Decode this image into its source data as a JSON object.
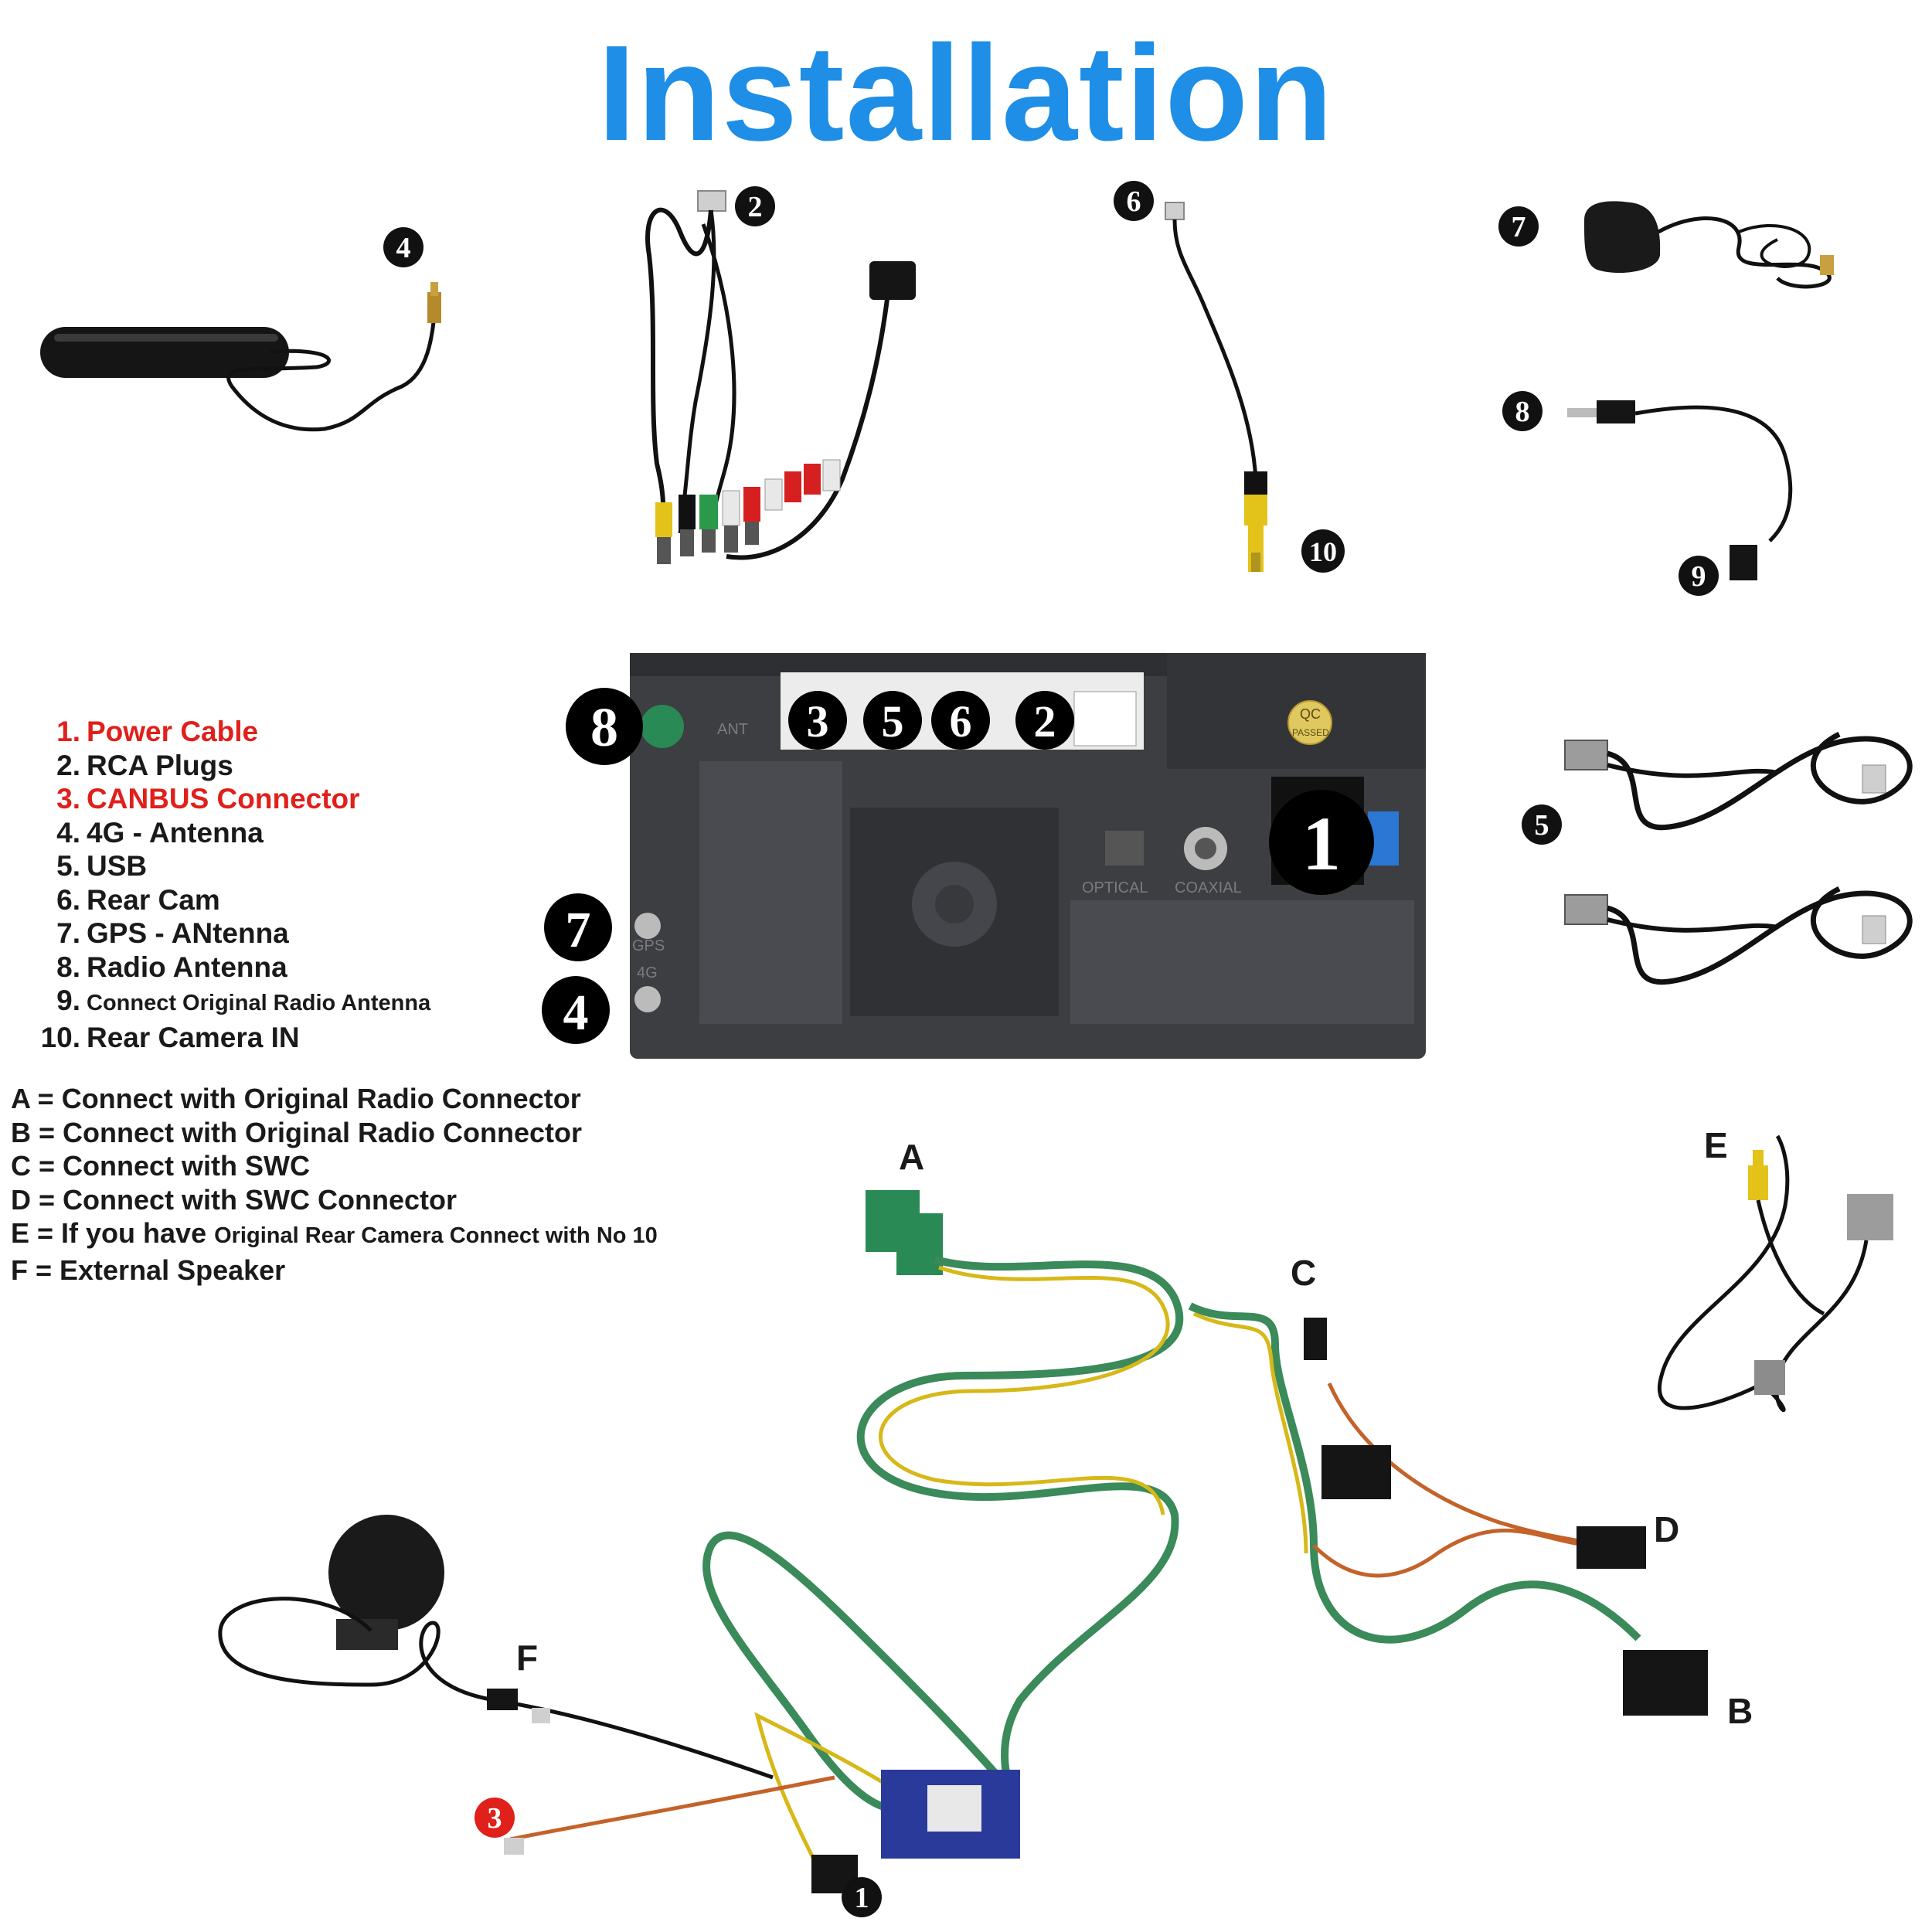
{
  "title": "Installation",
  "legend": [
    {
      "num": "1.",
      "text": "Power Cable",
      "color": "#e0201a"
    },
    {
      "num": "2.",
      "text": "RCA Plugs",
      "color": "#1a1a1a"
    },
    {
      "num": "3.",
      "text": "CANBUS Connector",
      "color": "#e0201a"
    },
    {
      "num": "4.",
      "text": "4G - Antenna",
      "color": "#1a1a1a"
    },
    {
      "num": "5.",
      "text": "USB",
      "color": "#1a1a1a"
    },
    {
      "num": "6.",
      "text": "Rear Cam",
      "color": "#1a1a1a"
    },
    {
      "num": "7.",
      "text": "GPS - ANtenna",
      "color": "#1a1a1a"
    },
    {
      "num": "8.",
      "text": "Radio Antenna",
      "color": "#1a1a1a"
    },
    {
      "num": "9.",
      "text": "Connect Original Radio Antenna",
      "color": "#1a1a1a"
    },
    {
      "num": "10.",
      "text": "Rear Camera IN",
      "color": "#1a1a1a"
    }
  ],
  "connections": [
    {
      "prefix": "A = Connect with Original Radio Connector",
      "suffix": ""
    },
    {
      "prefix": "B = Connect with Original Radio Connector",
      "suffix": ""
    },
    {
      "prefix": "C = Connect with SWC",
      "suffix": ""
    },
    {
      "prefix": "D = Connect with SWC Connector",
      "suffix": ""
    },
    {
      "prefix": "E = If you have ",
      "suffix": "Original Rear Camera Connect with No 10"
    },
    {
      "prefix": "F = External Speaker",
      "suffix": ""
    }
  ],
  "badges": {
    "b4": "4",
    "b2": "2",
    "b6": "6",
    "b7": "7",
    "b8": "8",
    "b10": "10",
    "b9": "9",
    "b5": "5",
    "b1": "1",
    "b3red": "3"
  },
  "unit_badges": {
    "u8": "8",
    "u3": "3",
    "u5": "5",
    "u6": "6",
    "u2": "2",
    "u1": "1",
    "u7": "7",
    "u4": "4"
  },
  "unit_labels": {
    "ant": "ANT",
    "gps": "GPS",
    "g4": "4G",
    "optical": "OPTICAL",
    "coaxial": "COAXIAL",
    "qc": "QC",
    "passed": "PASSED"
  },
  "harness_labels": {
    "a": "A",
    "b": "B",
    "c": "C",
    "d": "D",
    "e": "E",
    "f": "F"
  },
  "colors": {
    "title": "#1e8ee6",
    "accent_red": "#e0201a",
    "unit_body": "#3d3e42",
    "wire": "#111111"
  }
}
